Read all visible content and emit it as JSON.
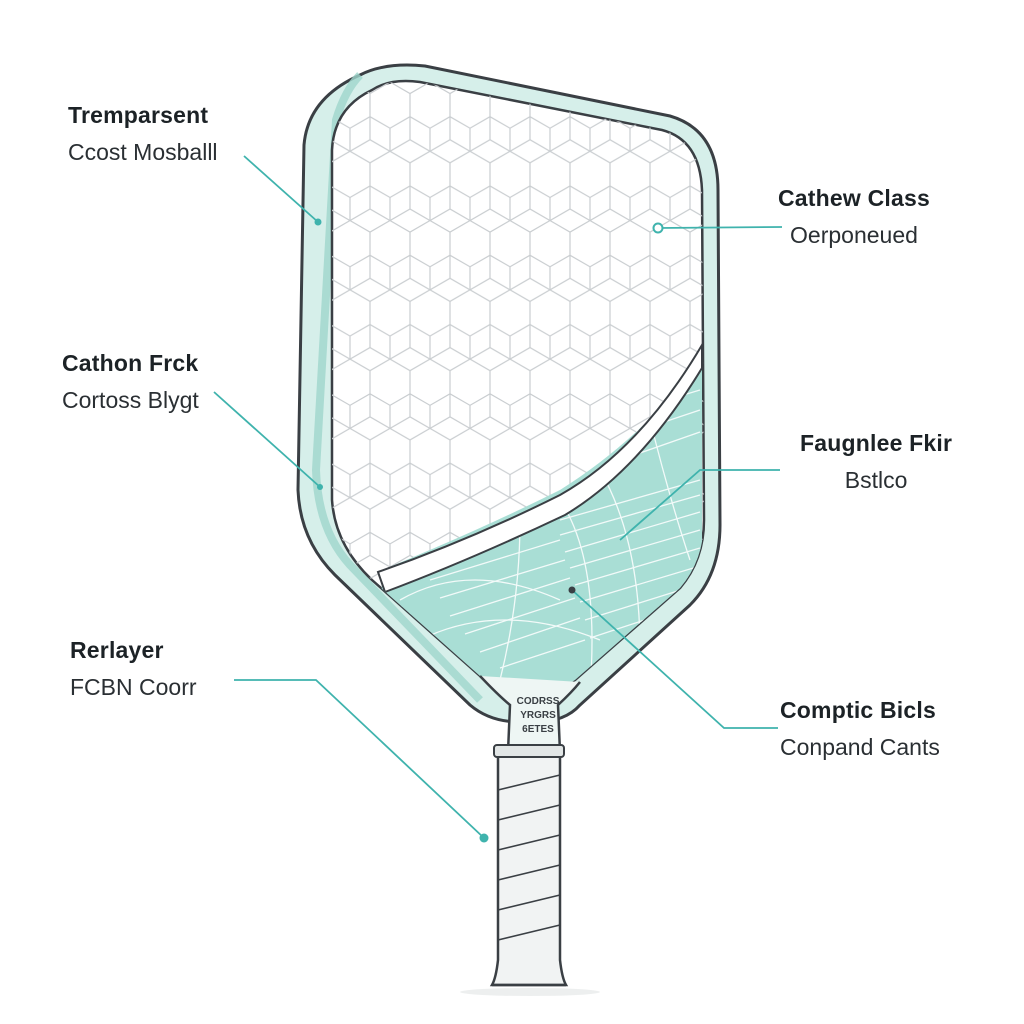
{
  "callouts": [
    {
      "title": "Tremparsent",
      "subtitle": "Ccost Mosballl"
    },
    {
      "title": "Cathon Frck",
      "subtitle": "Cortoss Blygt"
    },
    {
      "title": "Rerlayer",
      "subtitle": "FCBN Coorr"
    },
    {
      "title": "Cathew Class",
      "subtitle": "Oerponeued"
    },
    {
      "title": "Faugnlee Fkir",
      "subtitle": "Bstlco"
    },
    {
      "title": "Comptic Bicls",
      "subtitle": "Conpand Cants"
    }
  ],
  "throat_text": [
    "CODRSS",
    "YRGRS",
    "6ETES"
  ],
  "colors": {
    "accent": "#3fb3ad",
    "teal_fill": "#a6ddd4",
    "edge": "#c9ebe5",
    "outline": "#3a3f44"
  }
}
